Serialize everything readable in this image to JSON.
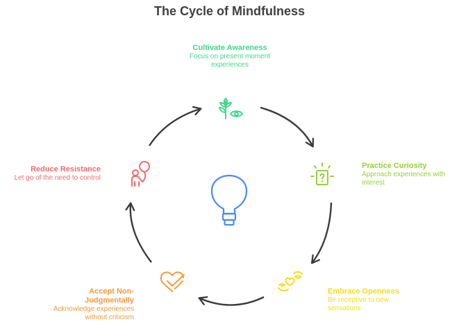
{
  "title": "The Cycle of Mindfulness",
  "center": {
    "icon": "lightbulb-icon",
    "color": "#4a8af4"
  },
  "stages": [
    {
      "title": "Cultivate Awareness",
      "desc_lines": [
        "Focus on present moment",
        "experiences"
      ],
      "icon": "plant-eye-icon",
      "color": "#3ed98a"
    },
    {
      "title": "Practice Curiosity",
      "desc_lines": [
        "Approach experiences with",
        "interest"
      ],
      "icon": "question-box-icon",
      "color": "#94d03a"
    },
    {
      "title": "Embrace Openness",
      "desc_lines": [
        "Be receptive to new",
        "sensations"
      ],
      "icon": "hands-heart-icon",
      "color": "#f5dc1a"
    },
    {
      "title_lines": [
        "Accept Non-",
        "Judgmentally"
      ],
      "title": "Accept Non-Judgmentally",
      "desc_lines": [
        "Acknowledge experiences",
        "without criticism"
      ],
      "icon": "heart-check-icon",
      "color": "#f59a3c"
    },
    {
      "title": "Reduce Resistance",
      "desc_lines": [
        "Let go of the need to control"
      ],
      "icon": "person-balloon-icon",
      "color": "#f26b6b"
    }
  ],
  "arrow_color": "#3a3a3a"
}
